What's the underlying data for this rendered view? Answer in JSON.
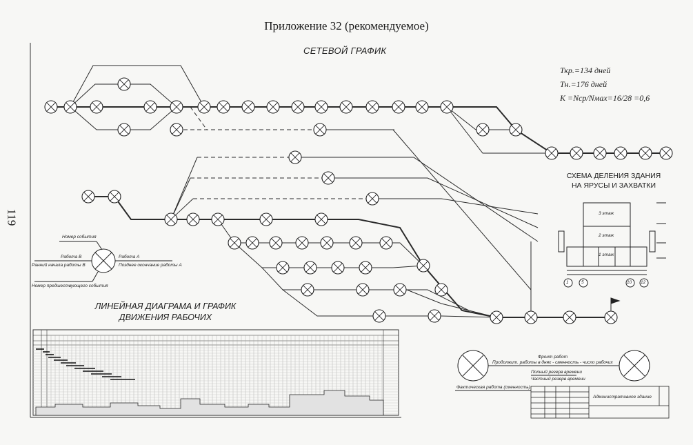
{
  "header": {
    "appendix_title": "Приложение 32 (рекомендуемое)",
    "page_number": "119"
  },
  "network": {
    "title": "СЕТЕВОЙ ГРАФИК",
    "params": {
      "t_critical": "Ткр.=134 дней",
      "t_normative": "Тн.=176 дней",
      "k_ratio": "К =Nср/Nмах=16/28 =0,6"
    }
  },
  "scheme": {
    "title_line1": "СХЕМА ДЕЛЕНИЯ ЗДАНИЯ",
    "title_line2": "НА ЯРУСЫ И ЗАХВАТКИ",
    "floor_3": "3 этаж",
    "floor_2": "2 этаж",
    "floor_1": "1 этаж",
    "axis_labels": [
      "1",
      "5",
      "10",
      "12"
    ]
  },
  "legend_event": {
    "event_number": "Номер события",
    "work_b": "Работа В",
    "work_a": "Работа А",
    "early_start": "Ранний начала работы В",
    "late_finish": "Позднее окончание работы А",
    "prev_event": "Номер предшествующего события"
  },
  "linear": {
    "title_line1": "ЛИНЕЙНАЯ ДИАГРАМА И ГРАФИК",
    "title_line2": "ДВИЖЕНИЯ РАБОЧИХ"
  },
  "legend_work": {
    "front": "Фронт работ",
    "duration": "Продолжит. работы в днях - сменность - число рабочих",
    "full_reserve": "Полный резерв времени",
    "partial_reserve": "Частный резерв времени"
  },
  "actual_label": "Фактическая работа (сменность)",
  "stamp": {
    "building": "Административное здание"
  }
}
